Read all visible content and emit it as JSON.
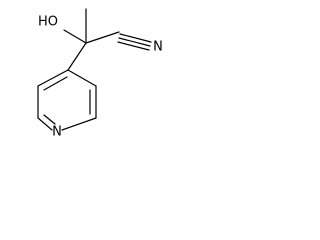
{
  "molecule": {
    "labels": {
      "hydroxyl": "HO",
      "nitrile_nitrogen": "N",
      "ring_nitrogen": "N"
    }
  }
}
